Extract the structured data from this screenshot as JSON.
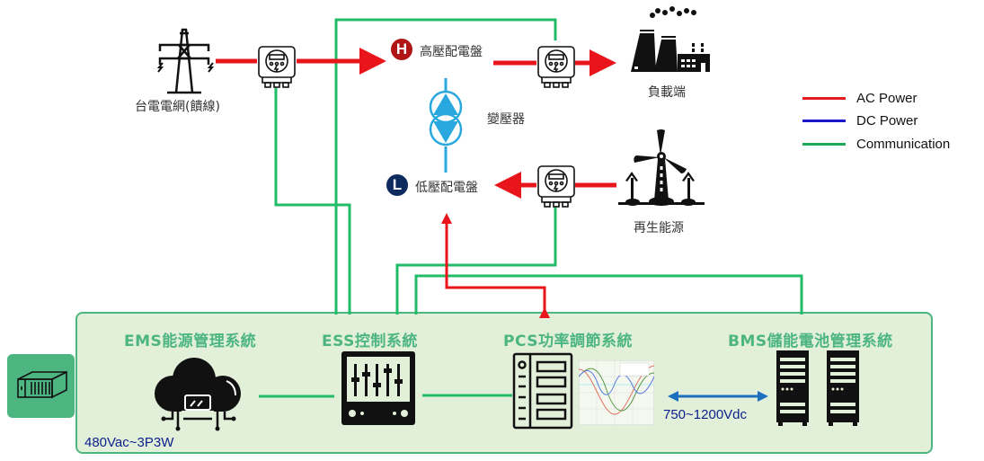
{
  "nodes": {
    "grid": {
      "label": "台電電網(饋線)"
    },
    "hv_panel": {
      "label": "高壓配電盤",
      "badge": "H"
    },
    "lv_panel": {
      "label": "低壓配電盤",
      "badge": "L"
    },
    "transformer": {
      "label": "變壓器"
    },
    "load": {
      "label": "負載端"
    },
    "renewable": {
      "label": "再生能源"
    }
  },
  "systems": {
    "ems": {
      "title": "EMS能源管理系統"
    },
    "ess": {
      "title": "ESS控制系統"
    },
    "pcs": {
      "title": "PCS功率調節系統"
    },
    "bms": {
      "title": "BMS儲能電池管理系統"
    }
  },
  "annotations": {
    "ac_spec": "480Vac~3P3W",
    "dc_spec": "750~1200Vdc"
  },
  "legend": [
    {
      "label": "AC Power",
      "color": "#e31b1b"
    },
    {
      "label": "DC Power",
      "color": "#1a1acc"
    },
    {
      "label": "Communication",
      "color": "#1fa85a"
    }
  ],
  "colors": {
    "ac": "#e8151b",
    "comm": "#22bb6a",
    "dc_arrow": "#1c6fbf",
    "transformer": "#29a8e0",
    "hv_badge": "#b01515",
    "lv_badge": "#0f2a5e",
    "panel_fill": "#e2f0da",
    "panel_border": "#4cb580"
  }
}
